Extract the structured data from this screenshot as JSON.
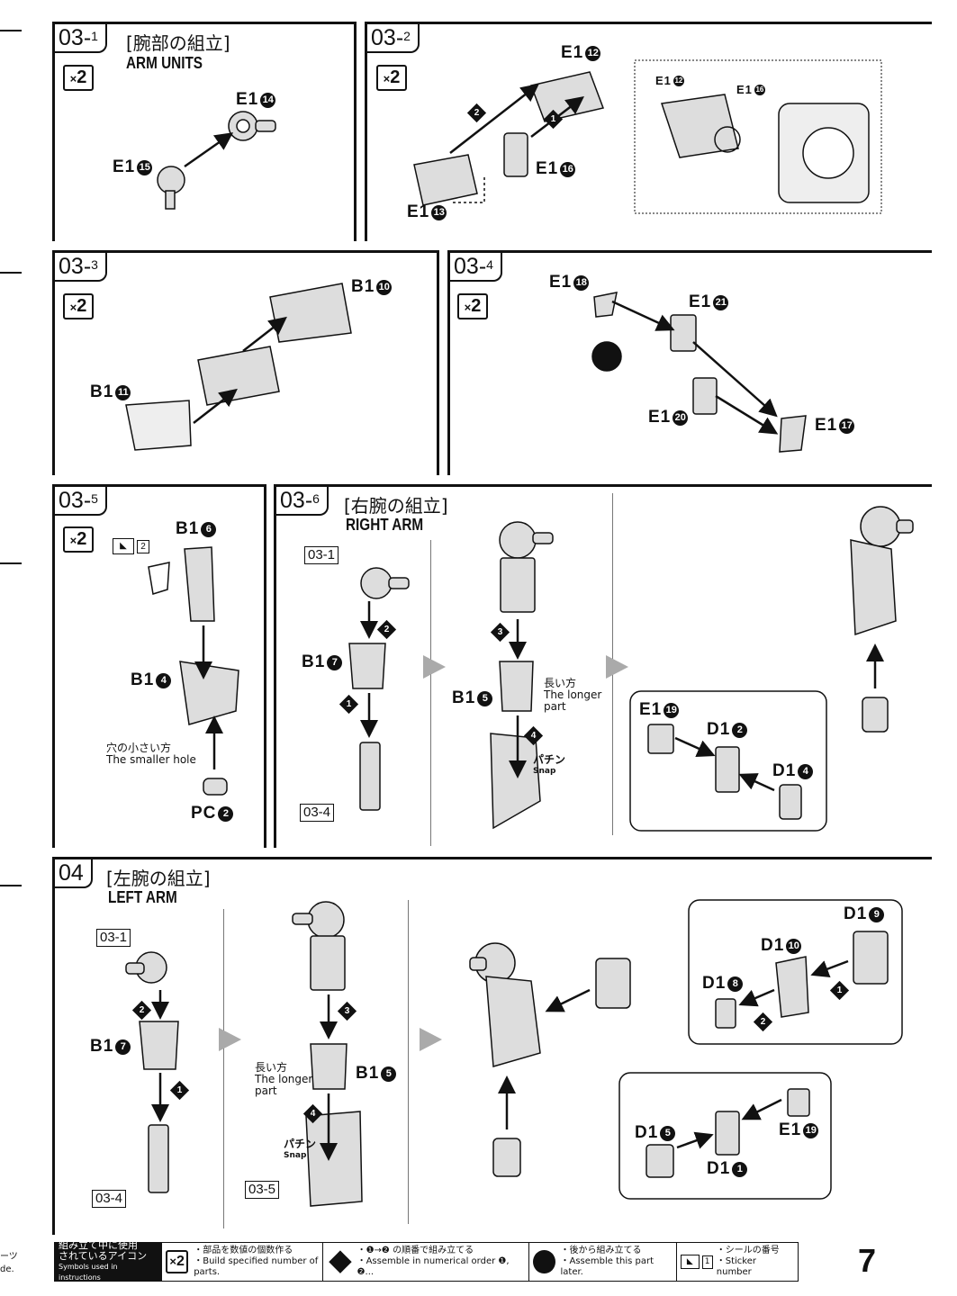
{
  "page_number": "7",
  "steps": {
    "s031": {
      "num": "03",
      "sub": "1",
      "jtitle": "[腕部の組立]",
      "etitle": "ARM UNITS",
      "mult": "2",
      "parts": {
        "e114": "E1",
        "e114n": "14",
        "e115": "E1",
        "e115n": "15"
      }
    },
    "s032": {
      "num": "03",
      "sub": "2",
      "mult": "2",
      "parts": {
        "e112": "E1",
        "e112n": "12",
        "e113": "E1",
        "e113n": "13",
        "e116": "E1",
        "e116n": "16",
        "d1": "1",
        "d2": "2",
        "ins112": "E1",
        "ins112n": "12",
        "ins116": "E1",
        "ins116n": "16"
      }
    },
    "s033": {
      "num": "03",
      "sub": "3",
      "mult": "2",
      "parts": {
        "b110": "B1",
        "b110n": "10",
        "b111": "B1",
        "b111n": "11"
      }
    },
    "s034": {
      "num": "03",
      "sub": "4",
      "mult": "2",
      "parts": {
        "e118": "E1",
        "e118n": "18",
        "e121": "E1",
        "e121n": "21",
        "e120": "E1",
        "e120n": "20",
        "e117": "E1",
        "e117n": "17"
      }
    },
    "s035": {
      "num": "03",
      "sub": "5",
      "mult": "2",
      "sticker": "2",
      "parts": {
        "b16": "B1",
        "b16n": "6",
        "b14": "B1",
        "b14n": "4",
        "pc2": "PC",
        "pc2n": "2"
      },
      "note_j": "穴の小さい方",
      "note_e": "The smaller hole"
    },
    "s036": {
      "num": "03",
      "sub": "6",
      "jtitle": "[右腕の組立]",
      "etitle": "RIGHT ARM",
      "ref1": "03-1",
      "ref4": "03-4",
      "parts": {
        "b17": "B1",
        "b17n": "7",
        "b15": "B1",
        "b15n": "5",
        "e119": "E1",
        "e119n": "19",
        "d12": "D1",
        "d12n": "2",
        "d14": "D1",
        "d14n": "4"
      },
      "d1": "1",
      "d2": "2",
      "d3": "3",
      "d4": "4",
      "long_j": "長い方",
      "long_e1": "The longer",
      "long_e2": "part",
      "snap_j": "パチン",
      "snap_e": "Snap"
    },
    "s04": {
      "num": "04",
      "jtitle": "[左腕の組立]",
      "etitle": "LEFT ARM",
      "ref1": "03-1",
      "ref4": "03-4",
      "ref5": "03-5",
      "parts": {
        "b17": "B1",
        "b17n": "7",
        "b15": "B1",
        "b15n": "5",
        "d19": "D1",
        "d19n": "9",
        "d110": "D1",
        "d110n": "10",
        "d18": "D1",
        "d18n": "8",
        "d15": "D1",
        "d15n": "5",
        "d11": "D1",
        "d11n": "1",
        "e119": "E1",
        "e119n": "19"
      },
      "d1": "1",
      "d2": "2",
      "d3": "3",
      "d4": "4",
      "long_j": "長い方",
      "long_e1": "The longer",
      "long_e2": "part",
      "snap_j": "パチン",
      "snap_e": "Snap"
    }
  },
  "footer": {
    "title_j1": "組み立て中に使用",
    "title_j2": "されているアイコン",
    "title_e": "Symbols used in instructions",
    "mult_j": "・部品を数値の個数作る",
    "mult_e": "・Build specified number of parts.",
    "order_j": "・❶→❷ の順番で組み立てる",
    "order_e": "・Assemble in numerical order ❶, ❷...",
    "later_j": "・後から組み立てる",
    "later_e": "・Assemble this part later.",
    "sticker_j": "・シールの番号",
    "sticker_e": "・Sticker number",
    "sticker_num": "1"
  },
  "side_text": {
    "a": "ーツ",
    "b": "de."
  }
}
